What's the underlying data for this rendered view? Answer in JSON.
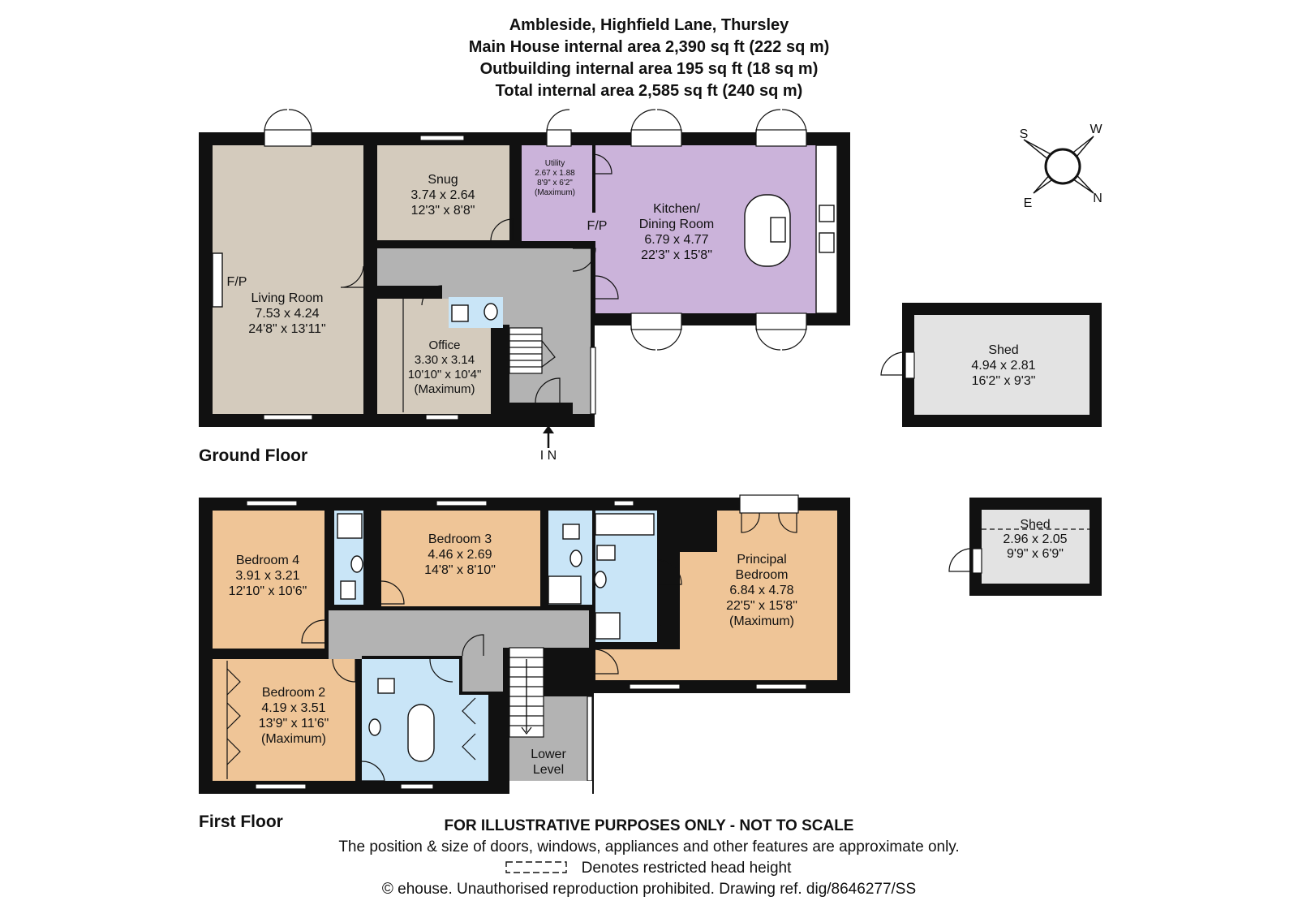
{
  "header": {
    "title": "Ambleside, Highfield Lane, Thursley",
    "main_house_area": "Main House internal area 2,390 sq ft (222 sq m)",
    "outbuilding_area": "Outbuilding internal area 195 sq ft (18 sq m)",
    "total_area": "Total internal area 2,585 sq ft (240 sq m)"
  },
  "compass": {
    "s": "S",
    "w": "W",
    "e": "E",
    "n": "N"
  },
  "ground_floor": {
    "label": "Ground Floor",
    "entrance": "I N",
    "living": {
      "name": "Living Room",
      "metric": "7.53 x 4.24",
      "imperial": "24'8\" x 13'11\"",
      "fp": "F/P"
    },
    "snug": {
      "name": "Snug",
      "metric": "3.74 x 2.64",
      "imperial": "12'3\" x 8'8\""
    },
    "utility": {
      "name": "Utility",
      "metric": "2.67 x 1.88",
      "imperial": "8'9\" x 6'2\"",
      "note": "(Maximum)"
    },
    "kitchen": {
      "name1": "Kitchen/",
      "name2": "Dining Room",
      "metric": "6.79 x 4.77",
      "imperial": "22'3\" x 15'8\"",
      "fp": "F/P"
    },
    "office": {
      "name": "Office",
      "metric": "3.30 x 3.14",
      "imperial": "10'10\" x 10'4\"",
      "note": "(Maximum)"
    }
  },
  "shed_large": {
    "name": "Shed",
    "metric": "4.94 x 2.81",
    "imperial": "16'2\" x 9'3\""
  },
  "shed_small": {
    "name": "Shed",
    "metric": "2.96 x 2.05",
    "imperial": "9'9\" x 6'9\""
  },
  "first_floor": {
    "label": "First Floor",
    "bed4": {
      "name": "Bedroom 4",
      "metric": "3.91 x 3.21",
      "imperial": "12'10\" x 10'6\""
    },
    "bed3": {
      "name": "Bedroom 3",
      "metric": "4.46 x 2.69",
      "imperial": "14'8\" x 8'10\""
    },
    "principal": {
      "name1": "Principal",
      "name2": "Bedroom",
      "metric": "6.84 x 4.78",
      "imperial": "22'5\" x 15'8\"",
      "note": "(Maximum)"
    },
    "bed2": {
      "name": "Bedroom 2",
      "metric": "4.19 x 3.51",
      "imperial": "13'9\" x 11'6\"",
      "note": "(Maximum)"
    },
    "lower": {
      "line1": "Lower",
      "line2": "Level"
    }
  },
  "footer": {
    "disclaimer": "FOR ILLUSTRATIVE PURPOSES ONLY - NOT TO SCALE",
    "note": "The position & size of doors, windows, appliances and other features are approximate only.",
    "restricted": "Denotes restricted head height",
    "copyright": "© ehouse. Unauthorised reproduction prohibited. Drawing ref. dig/8646277/SS"
  },
  "colors": {
    "wall": "#111111",
    "living": "#d4cbbd",
    "kitchen": "#cbb3da",
    "bedroom": "#efc597",
    "bathroom": "#c9e5f7",
    "landing": "#b3b3b3",
    "shed": "#e3e3e3"
  }
}
